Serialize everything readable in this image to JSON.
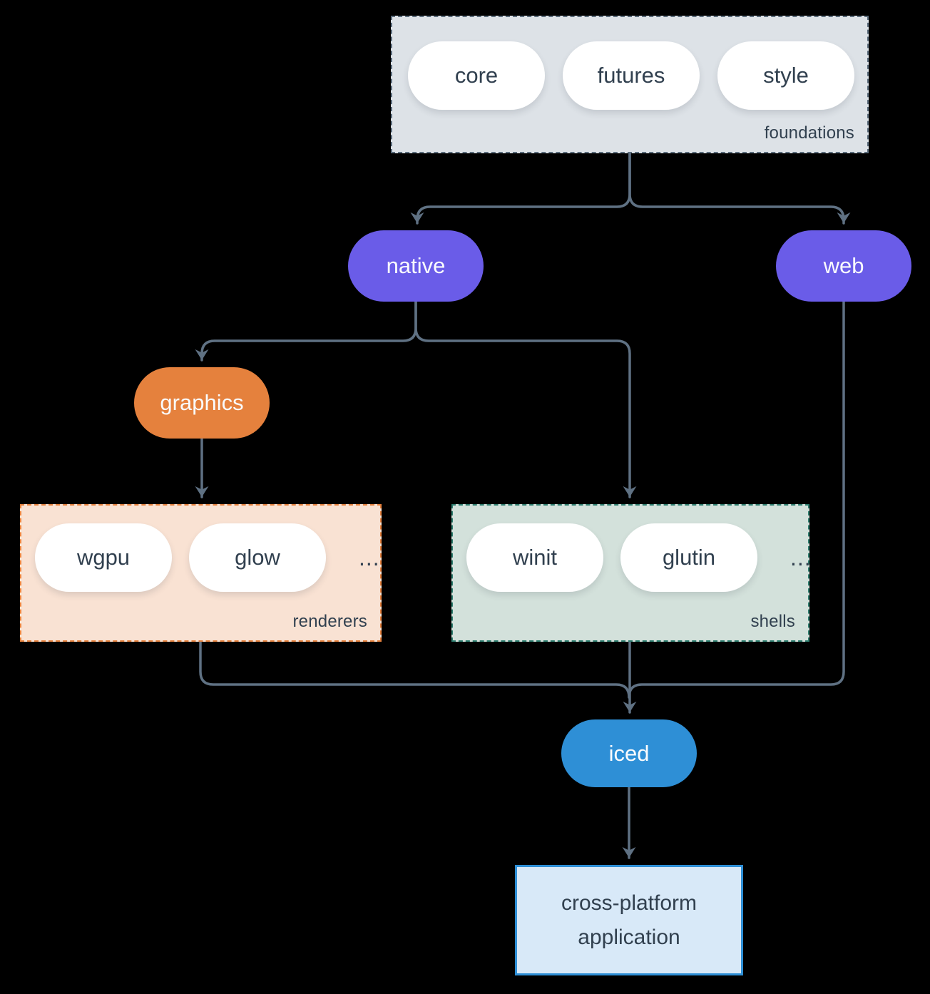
{
  "groups": {
    "foundations": {
      "label": "foundations",
      "pills": [
        "core",
        "futures",
        "style"
      ]
    },
    "renderers": {
      "label": "renderers",
      "pills": [
        "wgpu",
        "glow"
      ],
      "ellipsis": "..."
    },
    "shells": {
      "label": "shells",
      "pills": [
        "winit",
        "glutin"
      ],
      "ellipsis": "..."
    }
  },
  "nodes": {
    "native": "native",
    "web": "web",
    "graphics": "graphics",
    "iced": "iced",
    "application": "cross-platform application"
  },
  "colors": {
    "purple_node": "#6a5ce8",
    "orange_node": "#e5813d",
    "blue_node": "#2e8fd6",
    "foundations_bg": "#dde2e7",
    "foundations_border": "#5b6c7c",
    "renderers_bg": "#f9e2d3",
    "renderers_border": "#e5813d",
    "shells_bg": "#d3e1db",
    "shells_border": "#2e7d6e",
    "application_bg": "#d8e9f8",
    "application_border": "#2e8fd6",
    "arrow": "#5f7183",
    "text_dark": "#31404f"
  }
}
